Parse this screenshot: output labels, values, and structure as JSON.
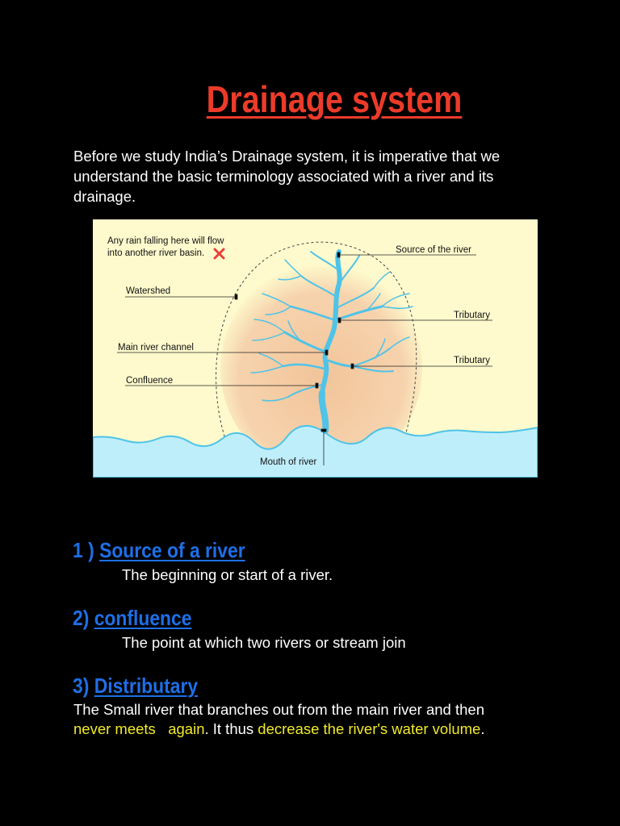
{
  "title": "Drainage system",
  "intro": "Before we study India’s Drainage system, it is imperative that we understand the basic terminology associated with a river and its drainage.",
  "diagram": {
    "note_line1": "Any rain falling here will flow",
    "note_line2": "into another river basin.",
    "labels": {
      "source": "Source of the river",
      "watershed": "Watershed",
      "tributary1": "Tributary",
      "main_channel": "Main river channel",
      "tributary2": "Tributary",
      "confluence": "Confluence",
      "mouth": "Mouth of river"
    },
    "colors": {
      "background": "#fefacd",
      "basin": "#f2c49a",
      "river": "#4fc3e8",
      "sea": "#bfeefb",
      "cross": "#e8403a"
    }
  },
  "sections": [
    {
      "number": "1 ) ",
      "heading": "Source of a river",
      "text": "The beginning or start of a river."
    },
    {
      "number": "2) ",
      "heading": "confluence",
      "text": "The point at which two rivers or stream join"
    },
    {
      "number": "3) ",
      "heading": "Distributary",
      "text_part1": "The Small river that branches out from the main river and then",
      "text_highlight1": "never meets   again",
      "text_part2": ". It thus ",
      "text_highlight2": "decrease the river's water volume",
      "text_part3": "."
    }
  ],
  "colors": {
    "title": "#ec3b2a",
    "heading": "#1e6fe6",
    "highlight": "#f1ea2a",
    "background": "#000000"
  }
}
